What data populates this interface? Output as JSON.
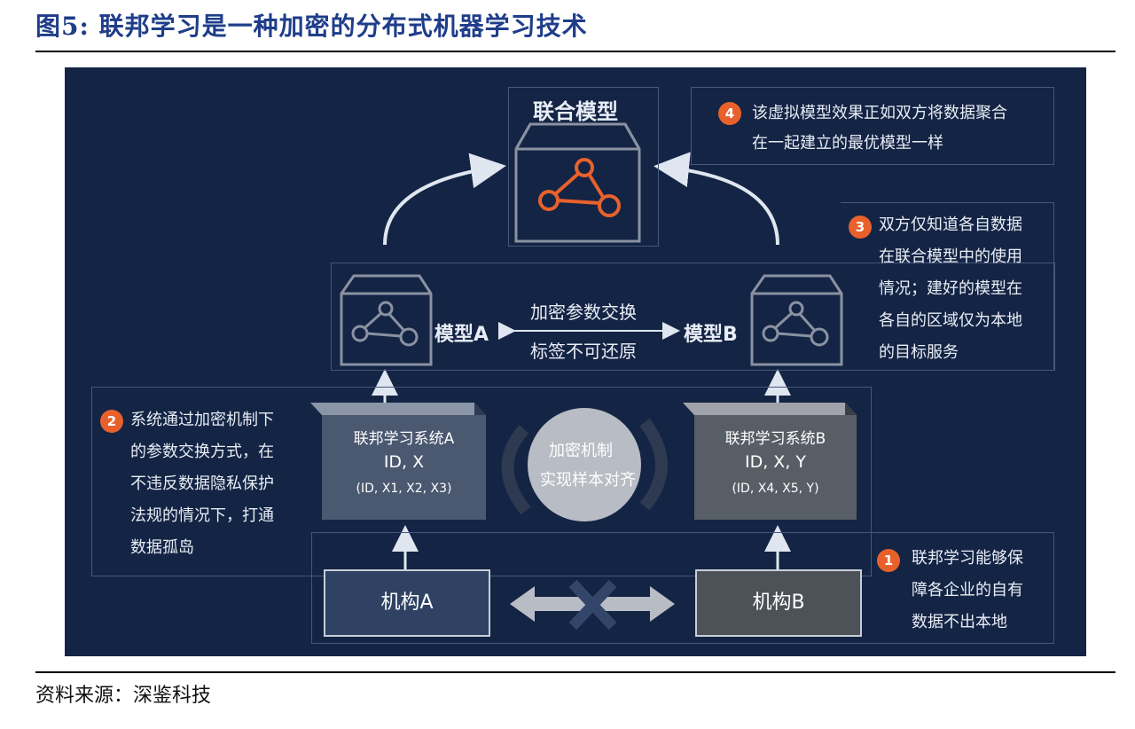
{
  "figure_title": "图5:  联邦学习是一种加密的分布式机器学习技术",
  "source": "资料来源：深鉴科技",
  "diagram": {
    "joint_model": {
      "label": "联合模型"
    },
    "model_a": {
      "label": "模型A"
    },
    "model_b": {
      "label": "模型B"
    },
    "exchange": {
      "line1": "加密参数交换",
      "line2": "标签不可还原"
    },
    "system_a": {
      "title": "联邦学习系统A",
      "fields": "ID, X",
      "detail": "(ID, X1, X2, X3)"
    },
    "system_b": {
      "title": "联邦学习系统B",
      "fields": "ID, X, Y",
      "detail": "(ID, X4, X5, Y)"
    },
    "encryption": {
      "line1": "加密机制",
      "line2": "实现样本对齐"
    },
    "org_a": {
      "label": "机构A"
    },
    "org_b": {
      "label": "机构B"
    },
    "notes": [
      {
        "num": "1",
        "lines": [
          "联邦学习能够保",
          "障各企业的自有",
          "数据不出本地"
        ]
      },
      {
        "num": "2",
        "lines": [
          "系统通过加密机制下",
          "的参数交换方式，在",
          "不违反数据隐私保护",
          "法规的情况下，打通",
          "数据孤岛"
        ]
      },
      {
        "num": "3",
        "lines": [
          "双方仅知道各自数据",
          "在联合模型中的使用",
          "情况；建好的模型在",
          "各自的区域仅为本地",
          "的目标服务"
        ]
      },
      {
        "num": "4",
        "lines": [
          "该虚拟模型效果正如双方将数据聚合",
          "在一起建立的最优模型一样"
        ]
      }
    ],
    "colors": {
      "background": "#142444",
      "accent": "#e8612c",
      "cube_a": "#4a5870",
      "cube_b": "#585e66"
    }
  }
}
